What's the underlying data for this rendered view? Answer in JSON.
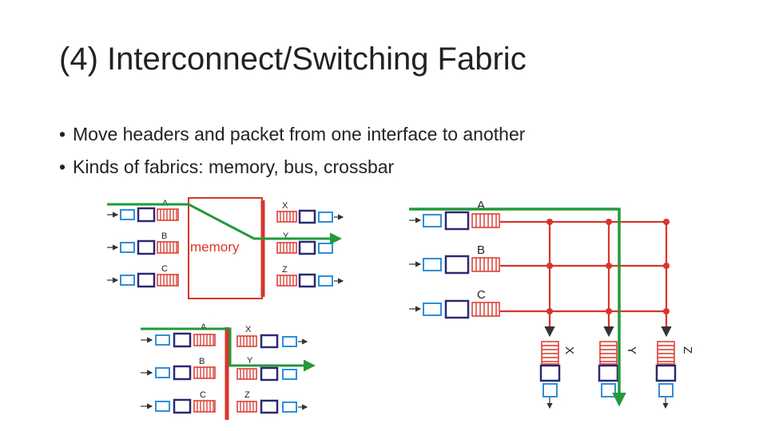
{
  "slide": {
    "title": "(4) Interconnect/Switching Fabric",
    "bullets": [
      "Move headers and packet from one interface to another",
      "Kinds of fabrics: memory, bus, crossbar"
    ]
  },
  "memory_fabric": {
    "label": "memory",
    "inputs": [
      "A",
      "B",
      "C"
    ],
    "outputs": [
      "X",
      "Y",
      "Z"
    ]
  },
  "bus_fabric": {
    "inputs": [
      "A",
      "B",
      "C"
    ],
    "outputs": [
      "X",
      "Y",
      "Z"
    ]
  },
  "crossbar_fabric": {
    "inputs": [
      "A",
      "B",
      "C"
    ],
    "outputs": [
      "X",
      "Y",
      "Z"
    ]
  },
  "colors": {
    "fabric_red": "#d8362c",
    "path_green": "#229a3a",
    "port_blue": "#2f8fd8",
    "processor_navy": "#2a2a72",
    "text": "#222222"
  }
}
